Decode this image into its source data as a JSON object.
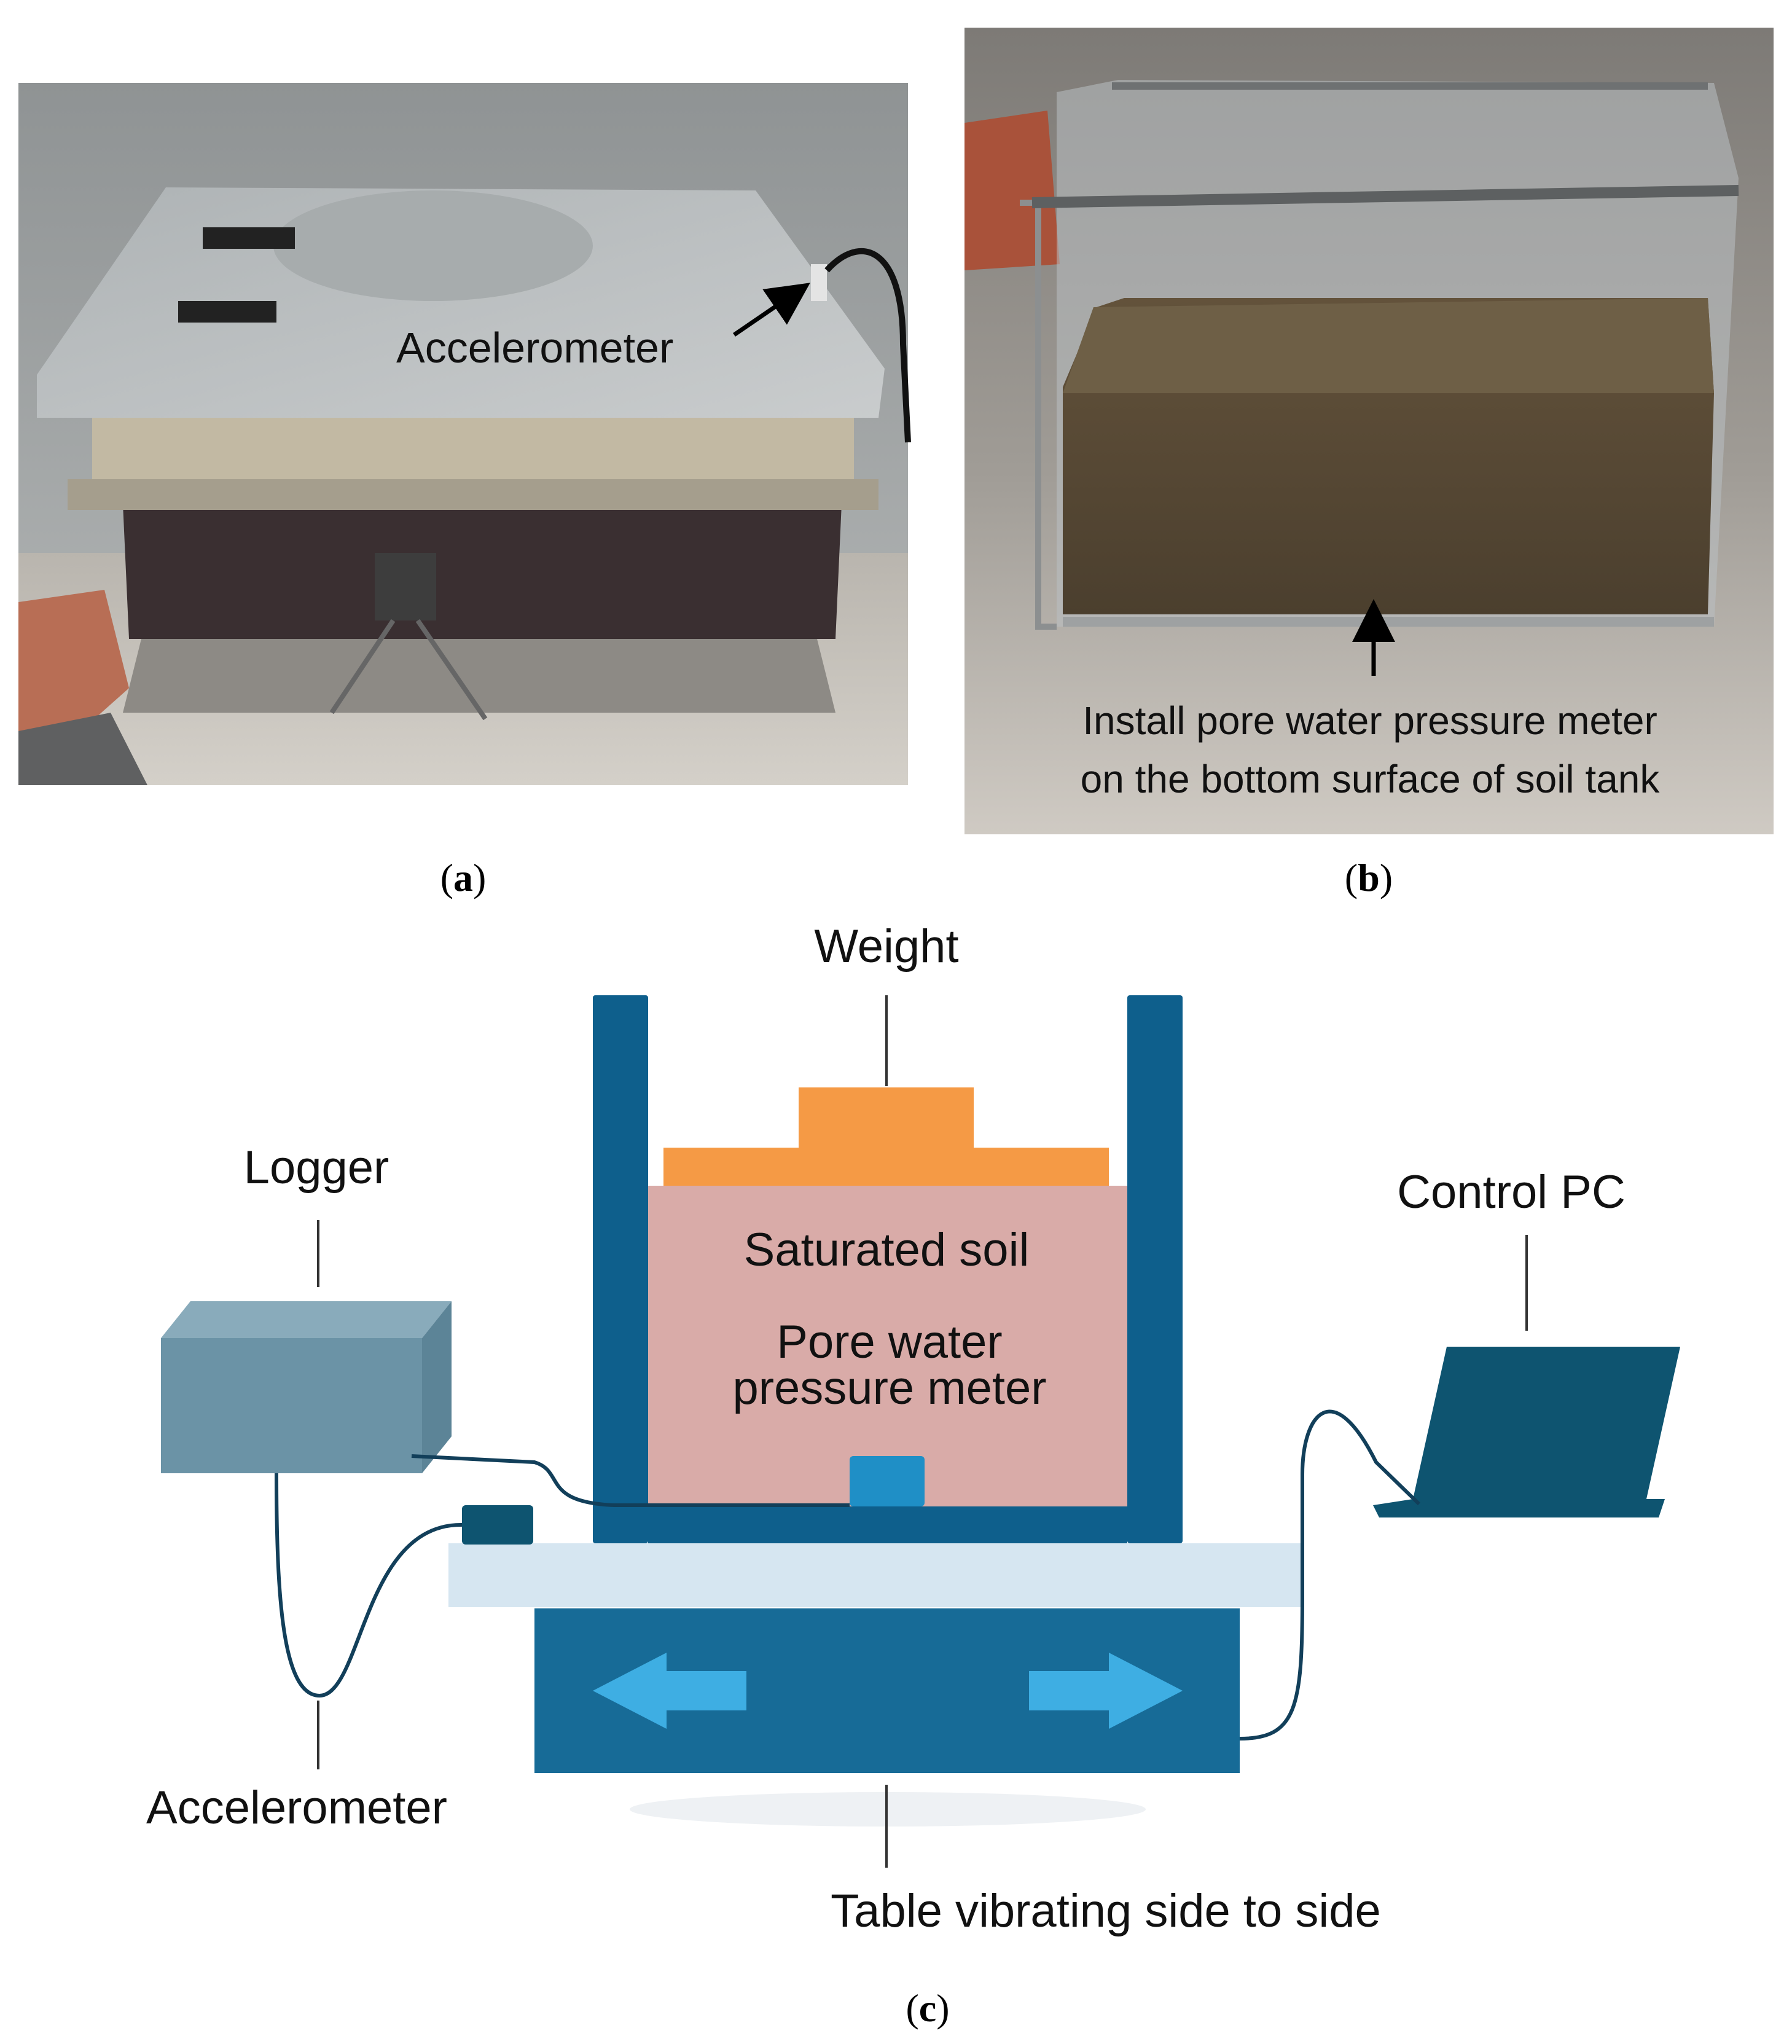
{
  "panel_a": {
    "annotation": "Accelerometer",
    "caption_letter": "a"
  },
  "panel_b": {
    "annotation_line1": "Install pore water pressure meter",
    "annotation_line2": "on the bottom surface of soil tank",
    "caption_letter": "b"
  },
  "panel_c": {
    "weight_label": "Weight",
    "logger_label": "Logger",
    "control_pc_label": "Control PC",
    "saturated_soil_label": "Saturated soil",
    "pore_meter_line1": "Pore water",
    "pore_meter_line2": "pressure meter",
    "accelerometer_label": "Accelerometer",
    "table_label": "Table vibrating side to side",
    "caption_letter": "c"
  },
  "colors": {
    "frame_blue": "#0e5f8c",
    "table_blue": "#176b97",
    "platform": "#d6e6f1",
    "soil": "#d9aba8",
    "weight": "#f59a45",
    "logger": "#6b93a6",
    "sensor": "#1f8fc6",
    "laptop": "#0e5470",
    "arrow": "#3eaee3"
  }
}
